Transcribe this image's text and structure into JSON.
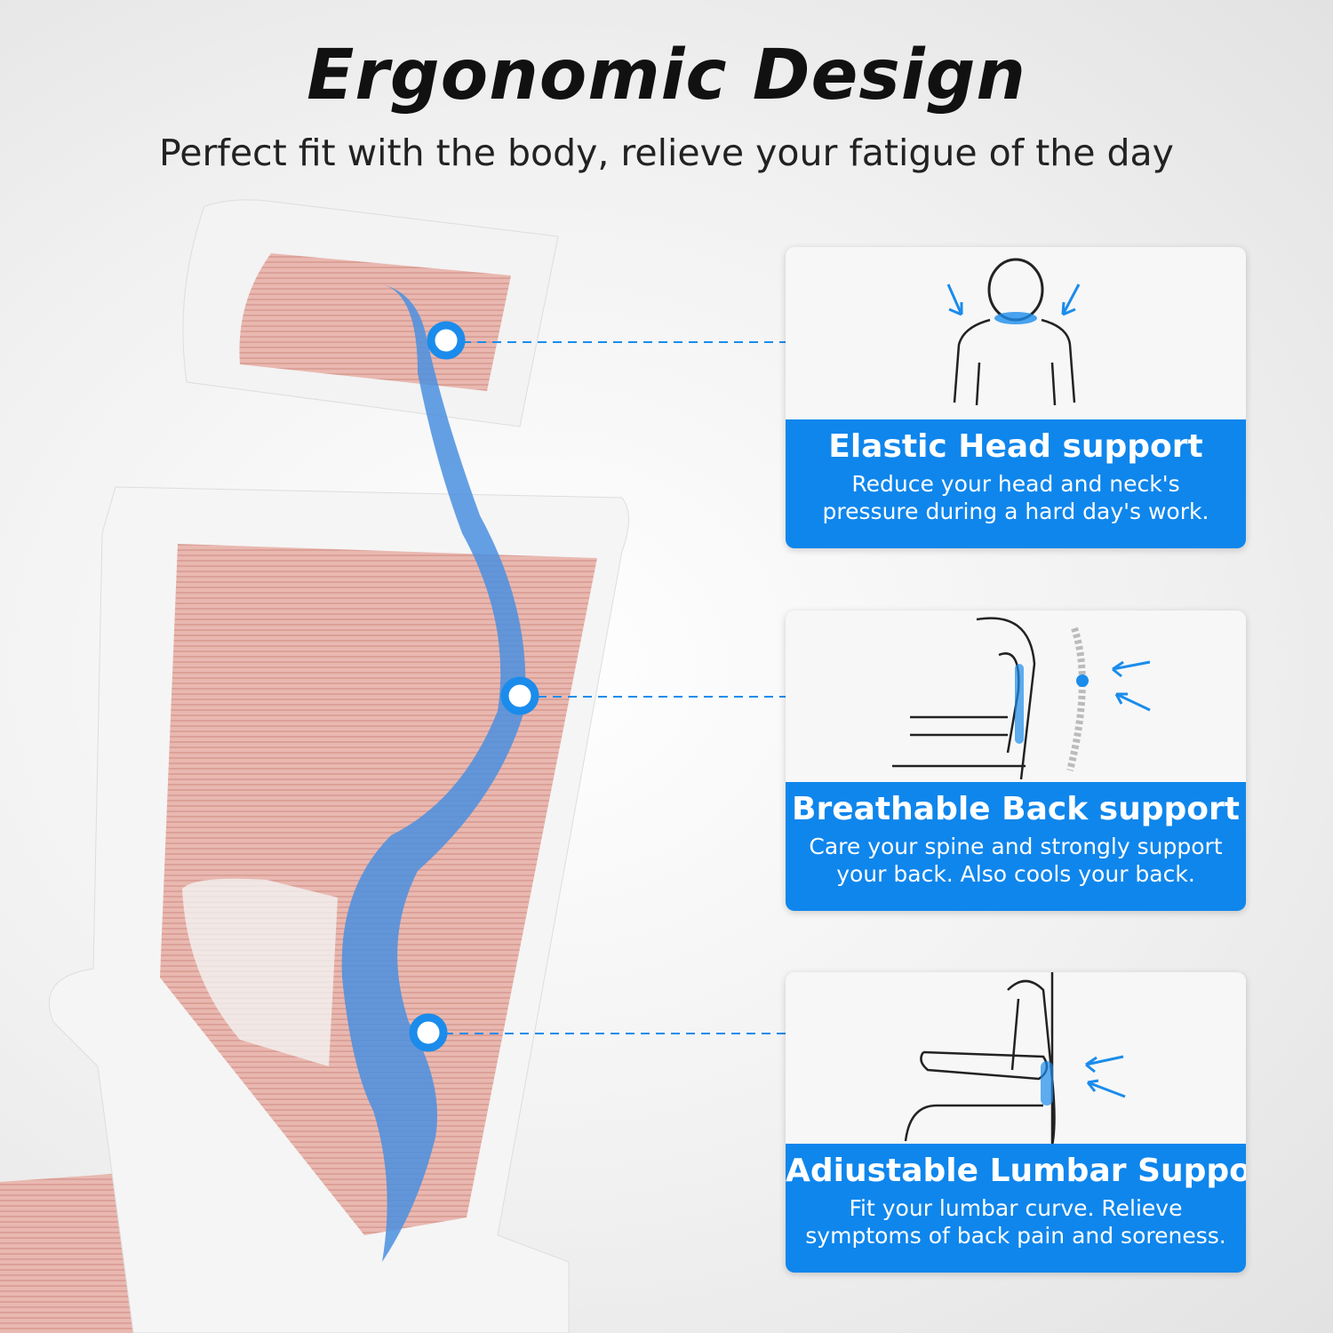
{
  "header": {
    "title": "Ergonomic Design",
    "subtitle": "Perfect fit with the body, relieve your fatigue of the day"
  },
  "colors": {
    "accent": "#0f86ec",
    "mesh": "#e8b4ad",
    "frame": "#ffffff",
    "spine": "#4a8fe0"
  },
  "cards": [
    {
      "title": "Elastic Head support",
      "desc_line1": "Reduce your head and neck's",
      "desc_line2": "pressure during a hard day's work.",
      "icon": "head-neck-icon"
    },
    {
      "title": "Breathable Back support",
      "desc_line1": "Care your spine and strongly support",
      "desc_line2": "your back. Also cools your back.",
      "icon": "back-support-icon"
    },
    {
      "title": "Adiustable Lumbar Support",
      "desc_line1": "Fit your lumbar curve. Relieve",
      "desc_line2": "symptoms of back pain and soreness.",
      "icon": "lumbar-support-icon"
    }
  ]
}
